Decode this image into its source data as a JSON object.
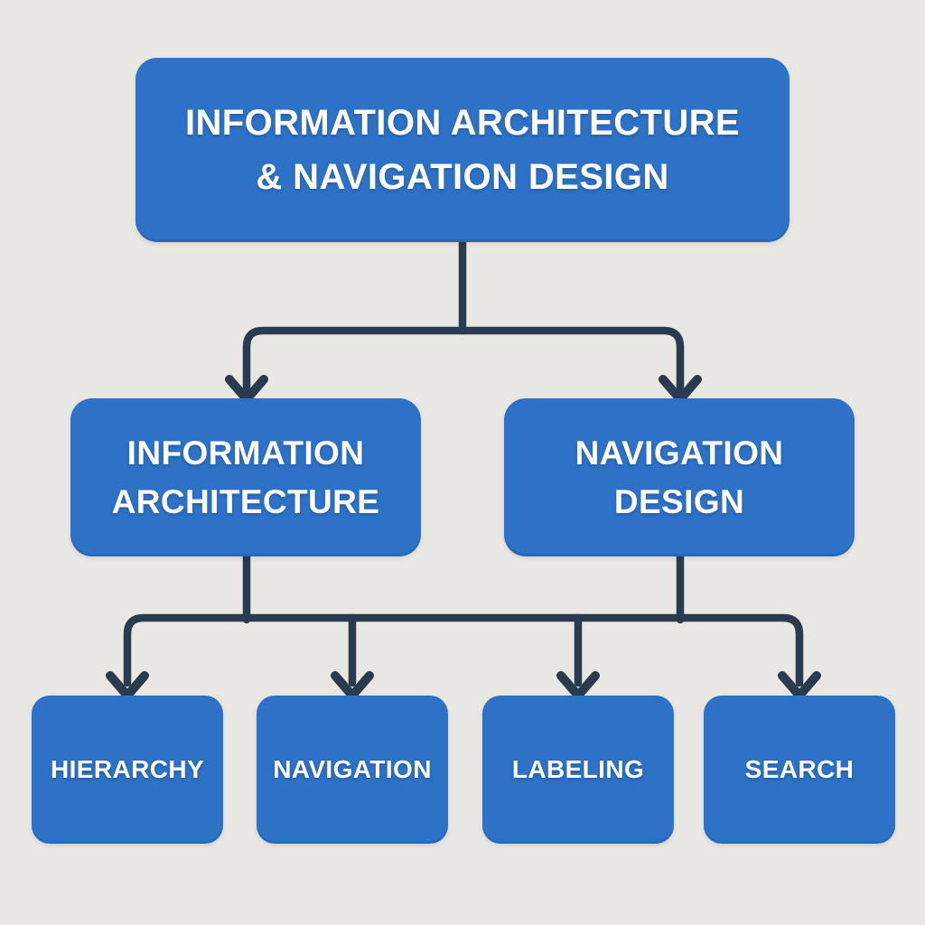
{
  "diagram": {
    "type": "flowchart",
    "background": "#e9e7e4",
    "colors": {
      "node_fill": "#2d72c7",
      "node_text": "#ffffff",
      "connector": "#2a3b50"
    },
    "root": {
      "id": "information-architecture-and-navigation-design",
      "label_line1": "INFORMATION ARCHITECTURE",
      "label_line2": "& NAVIGATION DESIGN"
    },
    "level2": [
      {
        "id": "information-architecture",
        "label_line1": "INFORMATION",
        "label_line2": "ARCHITECTURE"
      },
      {
        "id": "navigation-design",
        "label_line1": "NAVIGATION",
        "label_line2": "DESIGN"
      }
    ],
    "level3": [
      {
        "id": "hierarchy",
        "label": "HIERARCHY"
      },
      {
        "id": "navigation",
        "label": "NAVIGATION"
      },
      {
        "id": "labeling",
        "label": "LABELING"
      },
      {
        "id": "search",
        "label": "SEARCH"
      }
    ]
  }
}
